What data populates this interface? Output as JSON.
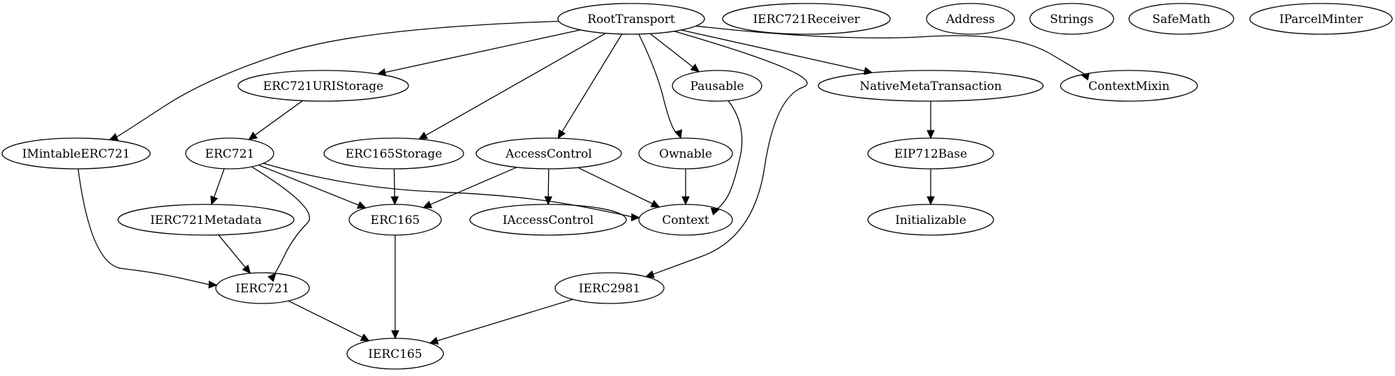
{
  "diagram": {
    "background": "#ffffff",
    "stroke_color": "#000000",
    "nodes": [
      {
        "id": "RootTransport",
        "label": "RootTransport"
      },
      {
        "id": "IERC721Receiver",
        "label": "IERC721Receiver"
      },
      {
        "id": "Address",
        "label": "Address"
      },
      {
        "id": "Strings",
        "label": "Strings"
      },
      {
        "id": "SafeMath",
        "label": "SafeMath"
      },
      {
        "id": "IParcelMinter",
        "label": "IParcelMinter"
      },
      {
        "id": "ERC721URIStorage",
        "label": "ERC721URIStorage"
      },
      {
        "id": "Pausable",
        "label": "Pausable"
      },
      {
        "id": "NativeMetaTransaction",
        "label": "NativeMetaTransaction"
      },
      {
        "id": "ContextMixin",
        "label": "ContextMixin"
      },
      {
        "id": "IMintableERC721",
        "label": "IMintableERC721"
      },
      {
        "id": "ERC721",
        "label": "ERC721"
      },
      {
        "id": "ERC165Storage",
        "label": "ERC165Storage"
      },
      {
        "id": "AccessControl",
        "label": "AccessControl"
      },
      {
        "id": "Ownable",
        "label": "Ownable"
      },
      {
        "id": "EIP712Base",
        "label": "EIP712Base"
      },
      {
        "id": "IERC721Metadata",
        "label": "IERC721Metadata"
      },
      {
        "id": "ERC165",
        "label": "ERC165"
      },
      {
        "id": "IAccessControl",
        "label": "IAccessControl"
      },
      {
        "id": "Context",
        "label": "Context"
      },
      {
        "id": "Initializable",
        "label": "Initializable"
      },
      {
        "id": "IERC721",
        "label": "IERC721"
      },
      {
        "id": "IERC2981",
        "label": "IERC2981"
      },
      {
        "id": "IERC165",
        "label": "IERC165"
      }
    ],
    "edges": [
      {
        "from": "RootTransport",
        "to": "IMintableERC721"
      },
      {
        "from": "RootTransport",
        "to": "ERC721URIStorage"
      },
      {
        "from": "RootTransport",
        "to": "ERC165Storage"
      },
      {
        "from": "RootTransport",
        "to": "AccessControl"
      },
      {
        "from": "RootTransport",
        "to": "Ownable"
      },
      {
        "from": "RootTransport",
        "to": "Pausable"
      },
      {
        "from": "RootTransport",
        "to": "IERC2981"
      },
      {
        "from": "RootTransport",
        "to": "NativeMetaTransaction"
      },
      {
        "from": "RootTransport",
        "to": "ContextMixin"
      },
      {
        "from": "ERC721URIStorage",
        "to": "ERC721"
      },
      {
        "from": "IMintableERC721",
        "to": "IERC721"
      },
      {
        "from": "ERC721",
        "to": "IERC721Metadata"
      },
      {
        "from": "ERC721",
        "to": "ERC165"
      },
      {
        "from": "ERC721",
        "to": "Context"
      },
      {
        "from": "ERC721",
        "to": "IERC721"
      },
      {
        "from": "ERC165Storage",
        "to": "ERC165"
      },
      {
        "from": "AccessControl",
        "to": "ERC165"
      },
      {
        "from": "AccessControl",
        "to": "IAccessControl"
      },
      {
        "from": "AccessControl",
        "to": "Context"
      },
      {
        "from": "Ownable",
        "to": "Context"
      },
      {
        "from": "Pausable",
        "to": "Context"
      },
      {
        "from": "NativeMetaTransaction",
        "to": "EIP712Base"
      },
      {
        "from": "EIP712Base",
        "to": "Initializable"
      },
      {
        "from": "IERC721Metadata",
        "to": "IERC721"
      },
      {
        "from": "ERC165",
        "to": "IERC165"
      },
      {
        "from": "IERC721",
        "to": "IERC165"
      },
      {
        "from": "IERC2981",
        "to": "IERC165"
      }
    ]
  }
}
